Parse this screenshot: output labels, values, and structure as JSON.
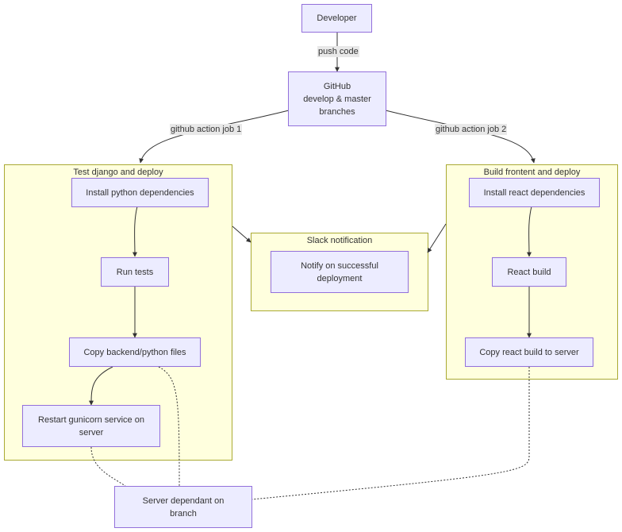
{
  "clusters": {
    "test_django": {
      "title": "Test django and deploy"
    },
    "slack": {
      "title": "Slack notification"
    },
    "build_frontend": {
      "title": "Build frontent and deploy"
    }
  },
  "nodes": {
    "developer": "Developer",
    "github": "GitHub\ndevelop & master\nbranches",
    "install_python": "Install python dependencies",
    "run_tests": "Run tests",
    "copy_backend": "Copy backend/python files",
    "restart_gunicorn": "Restart gunicorn service on\nserver",
    "notify": "Notify on successful\ndeployment",
    "install_react": "Install react dependencies",
    "react_build": "React build",
    "copy_react": "Copy react build to server",
    "server_dependant": "Server dependant on\nbranch"
  },
  "edge_labels": {
    "push_code": "push code",
    "job1": "github action job 1",
    "job2": "github action job 2"
  },
  "colors": {
    "node_fill": "#ececff",
    "node_stroke": "#9370db",
    "cluster_fill": "#ffffde",
    "cluster_stroke": "#aaaa33",
    "edge": "#333333",
    "label_bg": "#e8e8e8"
  }
}
